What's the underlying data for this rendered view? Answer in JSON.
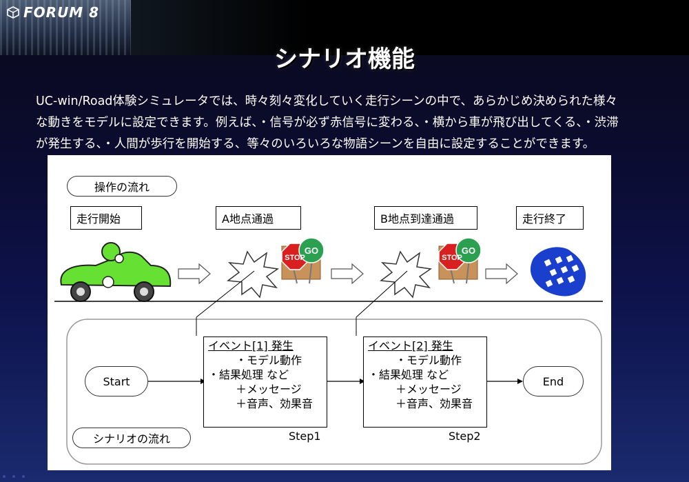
{
  "header": {
    "logo_text": "FORUM 8",
    "title": "シナリオ機能"
  },
  "description": {
    "line1": "UC-win/Road体験シミュレータでは、時々刻々変化していく走行シーンの中で、あらかじめ決められた様々",
    "line2": "な動きをモデルに設定できます。例えば、・信号が必ず赤信号に変わる、・横から車が飛び出してくる、・渋滞",
    "line3": "が発生する、・人間が歩行を開始する、等々のいろいろな物語シーンを自由に設定することができます。"
  },
  "diagram": {
    "operation_flow_label": "操作の流れ",
    "scenario_flow_label": "シナリオの流れ",
    "stages": [
      "走行開始",
      "A地点通過",
      "B地点到達通過",
      "走行終了"
    ],
    "sign_stop": "STOP",
    "sign_go": "GO",
    "start_label": "Start",
    "end_label": "End",
    "step1": {
      "title": "イベント[1] 発生",
      "line1": "・モデル動作",
      "line2": "・結果処理 など",
      "line3": "＋メッセージ",
      "line4": "＋音声、効果音",
      "step_label": "Step1"
    },
    "step2": {
      "title": "イベント[2] 発生",
      "line1": "・モデル動作",
      "line2": "・結果処理 など",
      "line3": "＋メッセージ",
      "line4": "＋音声、効果音",
      "step_label": "Step2"
    }
  },
  "colors": {
    "car_green": "#66e033",
    "flag_blue": "#1a3fcc",
    "sign_red": "#d92020",
    "sign_green": "#2aa050",
    "board_brown": "#c8925a"
  }
}
